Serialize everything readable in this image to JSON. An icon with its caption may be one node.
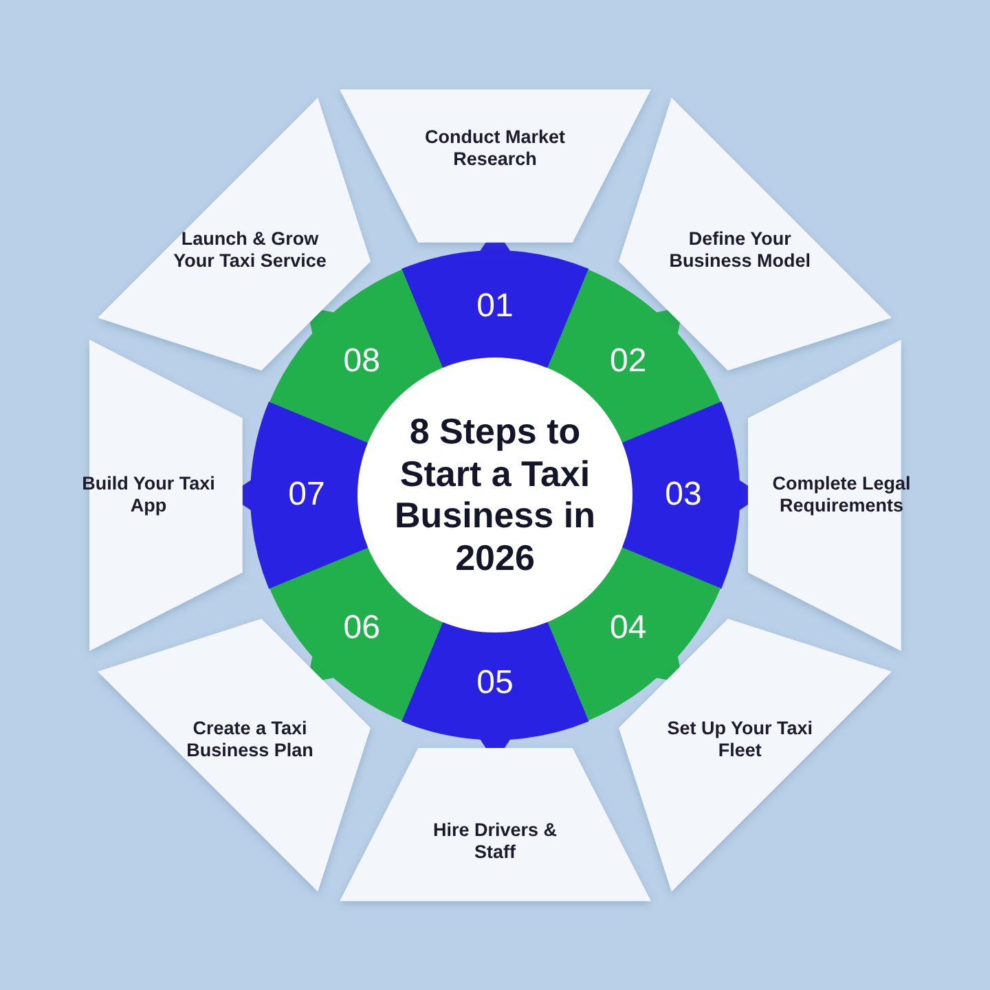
{
  "diagram": {
    "nodes": [
      {
        "text": [
          "8 Steps to Start a Taxi Business in 2026"
        ]
      },
      {
        "text": [
          "01"
        ]
      },
      {
        "text": [
          "Conduct Market Research"
        ]
      },
      {
        "text": [
          "02"
        ]
      },
      {
        "text": [
          "Define Your Business Model"
        ]
      },
      {
        "text": [
          "03"
        ]
      },
      {
        "text": [
          "Complete Legal Requirements"
        ]
      },
      {
        "text": [
          "04"
        ]
      },
      {
        "text": [
          "Set Up Your Taxi Fleet"
        ]
      },
      {
        "text": [
          "05"
        ]
      },
      {
        "text": [
          "Hire Drivers & Staff"
        ]
      },
      {
        "text": [
          "06"
        ]
      },
      {
        "text": [
          "Create a Taxi Business Plan"
        ]
      },
      {
        "text": [
          "07"
        ]
      },
      {
        "text": [
          "Build Your Taxi App"
        ]
      },
      {
        "text": [
          "08"
        ]
      },
      {
        "text": [
          "Launch & Grow Your Taxi Service"
        ]
      }
    ]
  }
}
